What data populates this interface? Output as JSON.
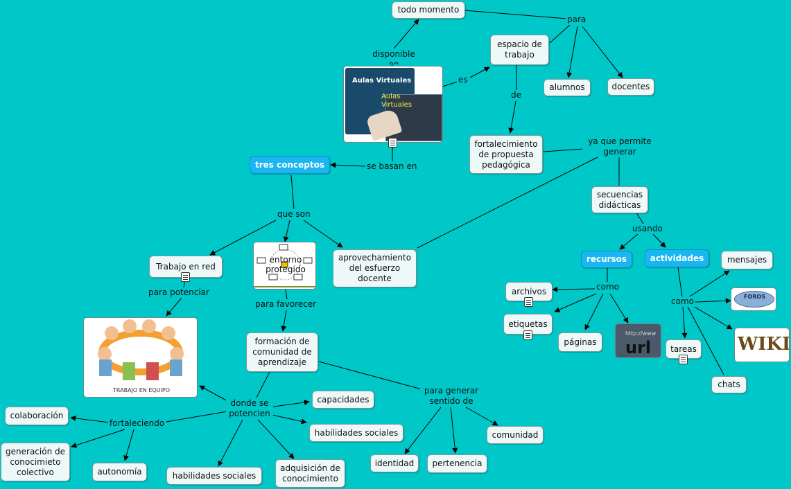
{
  "concepts": {
    "todo_momento": "todo momento",
    "espacio_trabajo": "espacio de trabajo",
    "alumnos": "alumnos",
    "docentes": "docentes",
    "fortalecimiento": "fortalecimiento de propuesta pedagógica",
    "tres_conceptos": "tres conceptos",
    "secuencias": "secuencias didácticas",
    "trabajo_red": "Trabajo en red",
    "aprovechamiento": "aprovechamiento del esfuerzo docente",
    "recursos": "recursos",
    "actividades": "actividades",
    "mensajes": "mensajes",
    "archivos": "archivos",
    "etiquetas": "etiquetas",
    "paginas": "páginas",
    "tareas": "tareas",
    "chats": "chats",
    "formacion": "formación de comunidad de aprendizaje",
    "capacidades": "capacidades",
    "habilidades_sociales_1": "habilidades sociales",
    "habilidades_sociales_2": "habilidades sociales",
    "adquisicion": "adquisición de conocimiento",
    "colaboracion": "colaboración",
    "generacion": "generación de conocimieto colectivo",
    "autonomia": "autonomía",
    "identidad": "identidad",
    "pertenencia": "pertenencia",
    "comunidad": "comunidad"
  },
  "links": {
    "para": "para",
    "disponible_en": "disponible en",
    "es": "es",
    "de": "de",
    "ya_que": "ya que permite generar",
    "se_basan_en": "se basan en",
    "que_son": "que son",
    "usando": "usando",
    "como_recursos": "como",
    "como_actividades": "como",
    "para_potenciar": "para potenciar",
    "para_favorecer": "para favorecer",
    "donde_se_potencien": "donde se potencien",
    "fortaleciendo": "fortaleciendo",
    "para_generar": "para generar sentido de"
  },
  "images": {
    "aulas_title": "Aulas Virtuales",
    "aulas_inner": "Aulas Virtuales",
    "entorno": "entorno protegido",
    "equipo_caption": "TRABAJO EN EQUIPO",
    "url_text": "url",
    "url_http": "http://www",
    "foros_text": "FOROS",
    "wikis_text": "WIKIS"
  },
  "colors": {
    "background": "#00c8c8",
    "node_fill": "#eef8f8",
    "accent_blue": "#19b6f2",
    "edge": "#000000"
  }
}
